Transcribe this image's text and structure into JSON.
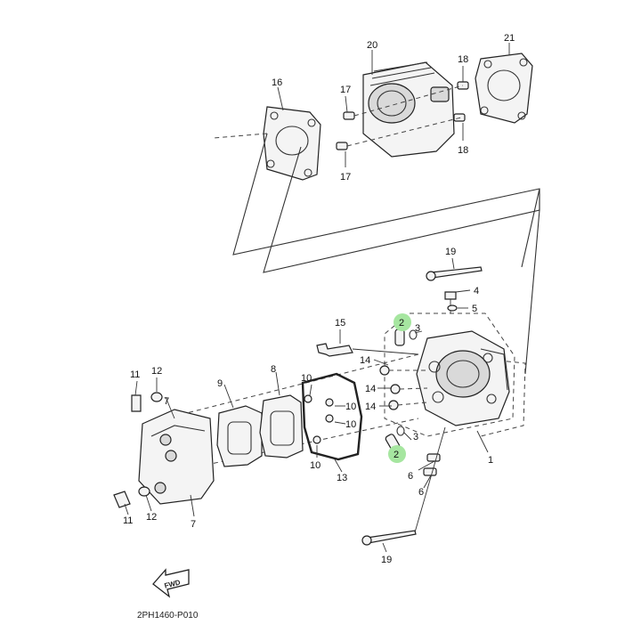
{
  "diagram": {
    "drawing_code": "2PH1460-P010",
    "fwd_label": "FWD",
    "highlight_color": "#a6e6a0",
    "callouts": {
      "c20": "20",
      "c21": "21",
      "c16": "16",
      "c17a": "17",
      "c17b": "17",
      "c18a": "18",
      "c18b": "18",
      "c19a": "19",
      "c4": "4",
      "c5": "5",
      "c2a": "2",
      "c3a": "3",
      "c15": "15",
      "c14a": "14",
      "c14b": "14",
      "c14c": "14",
      "c11a": "11",
      "c12a": "12",
      "c9": "9",
      "c8": "8",
      "c10a": "10",
      "c10b": "10",
      "c10c": "10",
      "c10d": "10",
      "c2b": "2",
      "c3b": "3",
      "c6a": "6",
      "c6b": "6",
      "c1": "1",
      "c13": "13",
      "c7a": "7",
      "c7b": "7",
      "c11b": "11",
      "c12b": "12",
      "c19b": "19"
    }
  }
}
